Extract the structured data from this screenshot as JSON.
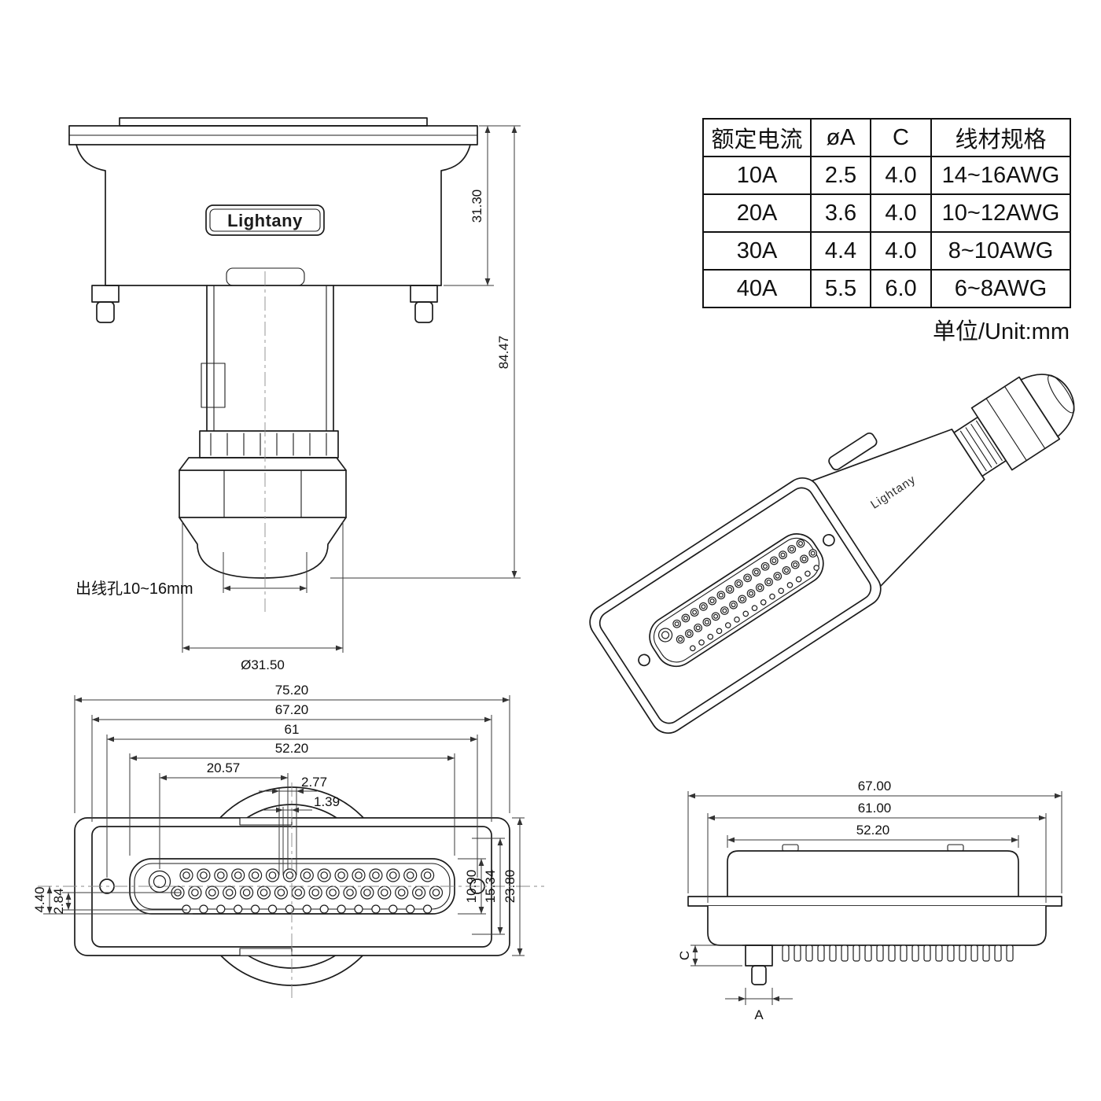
{
  "brand": "Lightany",
  "table": {
    "headers": [
      "额定电流",
      "øA",
      "C",
      "线材规格"
    ],
    "rows": [
      [
        "10A",
        "2.5",
        "4.0",
        "14~16AWG"
      ],
      [
        "20A",
        "3.6",
        "4.0",
        "10~12AWG"
      ],
      [
        "30A",
        "4.4",
        "4.0",
        "8~10AWG"
      ],
      [
        "40A",
        "5.5",
        "6.0",
        "6~8AWG"
      ]
    ]
  },
  "unit_note": "单位/Unit:mm",
  "side_view": {
    "brand_label": "Lightany",
    "dim_housing_height": "31.30",
    "dim_total_height": "84.47",
    "cable_hole_label": "出线孔10~16mm",
    "dim_gland_diameter": "Ø31.50"
  },
  "front_view": {
    "dim_overall_width": "75.20",
    "dim_body_width": "67.20",
    "dim_screw_span": "61",
    "dim_insert_width": "52.20",
    "dim_pin_span": "20.57",
    "dim_pin_pitch": "2.77",
    "dim_row_offset": "1.39",
    "dim_insert_height": "10.90",
    "dim_face_height": "15.34",
    "dim_overall_height": "23.80",
    "dim_left_outer": "4.40",
    "dim_left_inner": "2.84",
    "pins": {
      "large": 1,
      "rows": [
        15,
        16,
        15
      ]
    }
  },
  "rear_view": {
    "dim_overall_width": "67.00",
    "dim_body_width": "61.00",
    "dim_shell_width": "52.20",
    "label_tail_length": "C",
    "label_tail_width": "A",
    "tail_count": 20
  },
  "iso_view": {
    "brand": "Lightany"
  }
}
